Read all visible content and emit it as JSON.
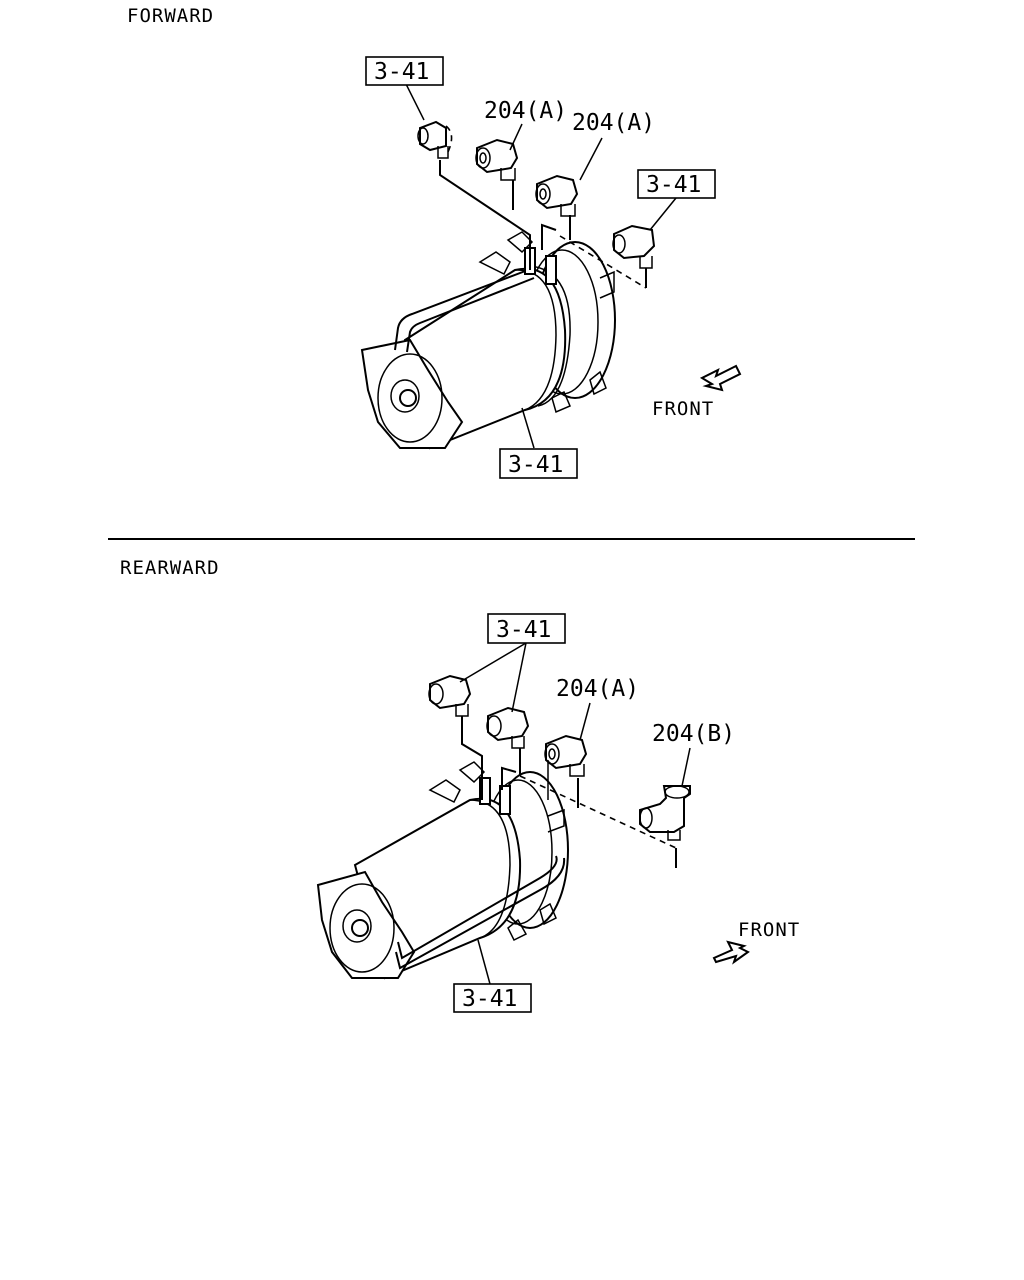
{
  "sections": {
    "forward": {
      "title": "FORWARD",
      "front_label": "FRONT",
      "callouts": [
        "3-41",
        "204(A)",
        "204(A)",
        "3-41",
        "3-41"
      ]
    },
    "rearward": {
      "title": "REARWARD",
      "front_label": "FRONT",
      "callouts": [
        "3-41",
        "204(A)",
        "204(B)",
        "3-41"
      ]
    }
  }
}
